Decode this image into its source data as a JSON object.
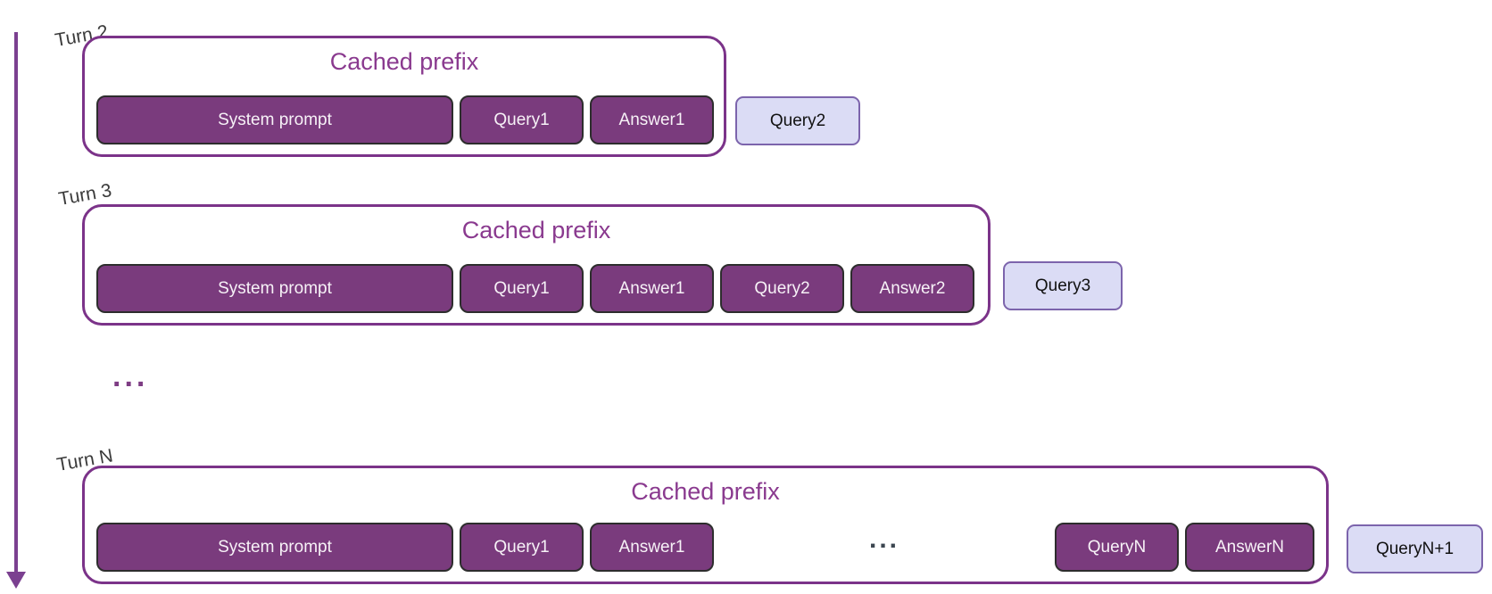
{
  "rows": [
    {
      "turn": "Turn 2",
      "title": "Cached prefix",
      "tokens": [
        "System prompt",
        "Query1",
        "Answer1"
      ],
      "new_query": "Query2"
    },
    {
      "turn": "Turn 3",
      "title": "Cached prefix",
      "tokens": [
        "System prompt",
        "Query1",
        "Answer1",
        "Query2",
        "Answer2"
      ],
      "new_query": "Query3"
    },
    {
      "turn": "Turn N",
      "title": "Cached prefix",
      "tokens_left": [
        "System prompt",
        "Query1",
        "Answer1"
      ],
      "ellipsis": "...",
      "tokens_right": [
        "QueryN",
        "AnswerN"
      ],
      "new_query": "QueryN+1"
    }
  ],
  "between_rows_ellipsis": "...",
  "colors": {
    "purple_dark": "#7A3B7D",
    "purple_frame": "#7B3389",
    "purple_title": "#8A3A8F",
    "purple_arrow": "#7B4090",
    "purple_ellipsis": "#7E3D84",
    "lavender_fill": "#DBDCF5",
    "lavender_border": "#7C64AC",
    "token_border": "#2D2D2D",
    "token_text": "#F7F2F7",
    "label_text": "#3B3B3B",
    "slate_ellipsis": "#3C4650"
  }
}
